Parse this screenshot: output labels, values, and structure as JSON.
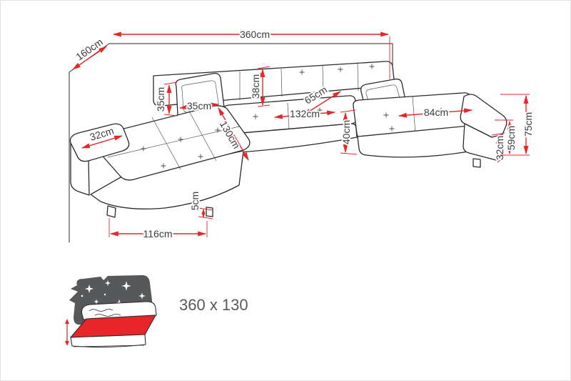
{
  "colors": {
    "dimension_line": "#e8262a",
    "dimension_text": "#3c3c3c",
    "sofa_outline": "#2b2b2b",
    "icon_gray": "#57585a",
    "sleeping_area_red": "#e8262a"
  },
  "dims": {
    "total_width": "360cm",
    "side_depth": "160cm",
    "pillow_height": "35cm",
    "pillow_width": "35cm",
    "backrest_height": "38cm",
    "corner_seat_depth": "65cm",
    "center_seat_width": "132cm",
    "chaise_length": "130cm",
    "right_seat_width": "84cm",
    "seat_height": "40cm",
    "left_armrest_width": "32cm",
    "right_armrest_width": "32cm",
    "total_height": "75cm",
    "armrest_height": "59cm",
    "chaise_front_width": "116cm",
    "leg_height": "5cm"
  },
  "sleeping_area": {
    "label": "360 x 130"
  }
}
